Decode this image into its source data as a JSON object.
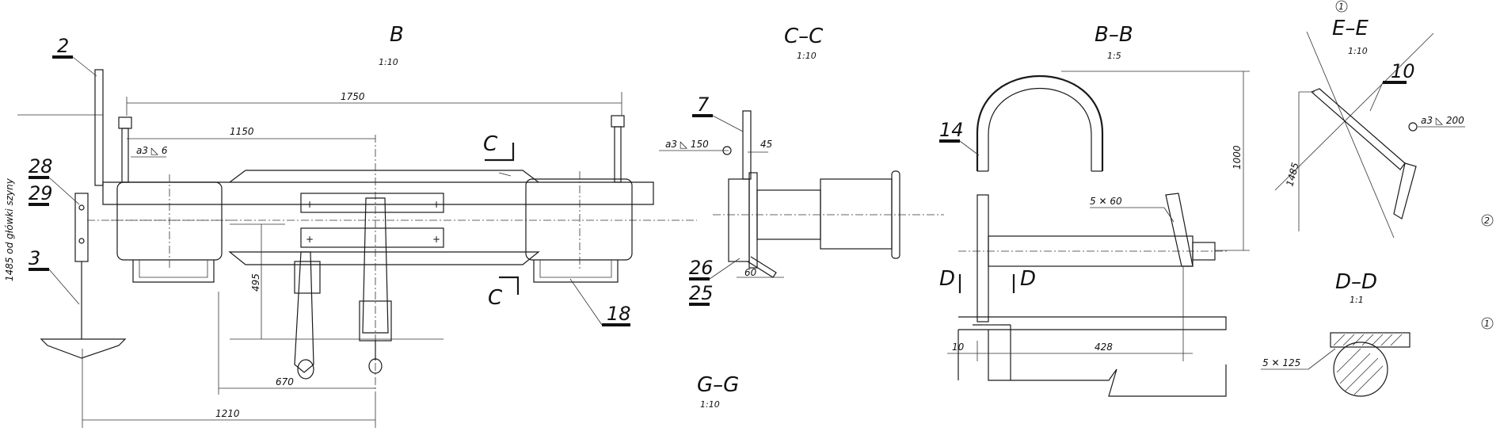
{
  "views": {
    "b": {
      "title": "B",
      "scale": "1:10"
    },
    "cc": {
      "title": "C–C",
      "scale": "1:10"
    },
    "bb": {
      "title": "B–B",
      "scale": "1:5"
    },
    "ee": {
      "title": "E–E",
      "scale": "1:10",
      "marker": "1"
    },
    "dd": {
      "title": "D–D",
      "scale": "1:1"
    },
    "gg": {
      "title": "G–G",
      "scale": "1:10"
    }
  },
  "section_letters": {
    "c_top": "C",
    "c_bottom": "C",
    "d_left": "D",
    "d_right": "D"
  },
  "side_markers": {
    "m2": "2",
    "m1": "1"
  },
  "leaders": {
    "l2": "2",
    "l28": "28",
    "l29": "29",
    "l3": "3",
    "l18": "18",
    "l7": "7",
    "l26": "26",
    "l25": "25",
    "l14": "14",
    "l10": "10"
  },
  "dimensions": {
    "d1750": "1750",
    "d1150": "1150",
    "d495": "495",
    "d670": "670",
    "d1210": "1210",
    "d45": "45",
    "d60c": "60",
    "d1000": "1000",
    "d10": "10",
    "d428": "428",
    "d1485": "1485"
  },
  "weld_notes": {
    "w_b": "a3 ◺ 6",
    "w_cc": "a3 ◺ 150",
    "w_bb": "5 ✕ 60",
    "w_ee": "a3 ◺ 200",
    "w_dd": "5 ✕ 125"
  },
  "vertical_note": "1485 od główki szyny"
}
